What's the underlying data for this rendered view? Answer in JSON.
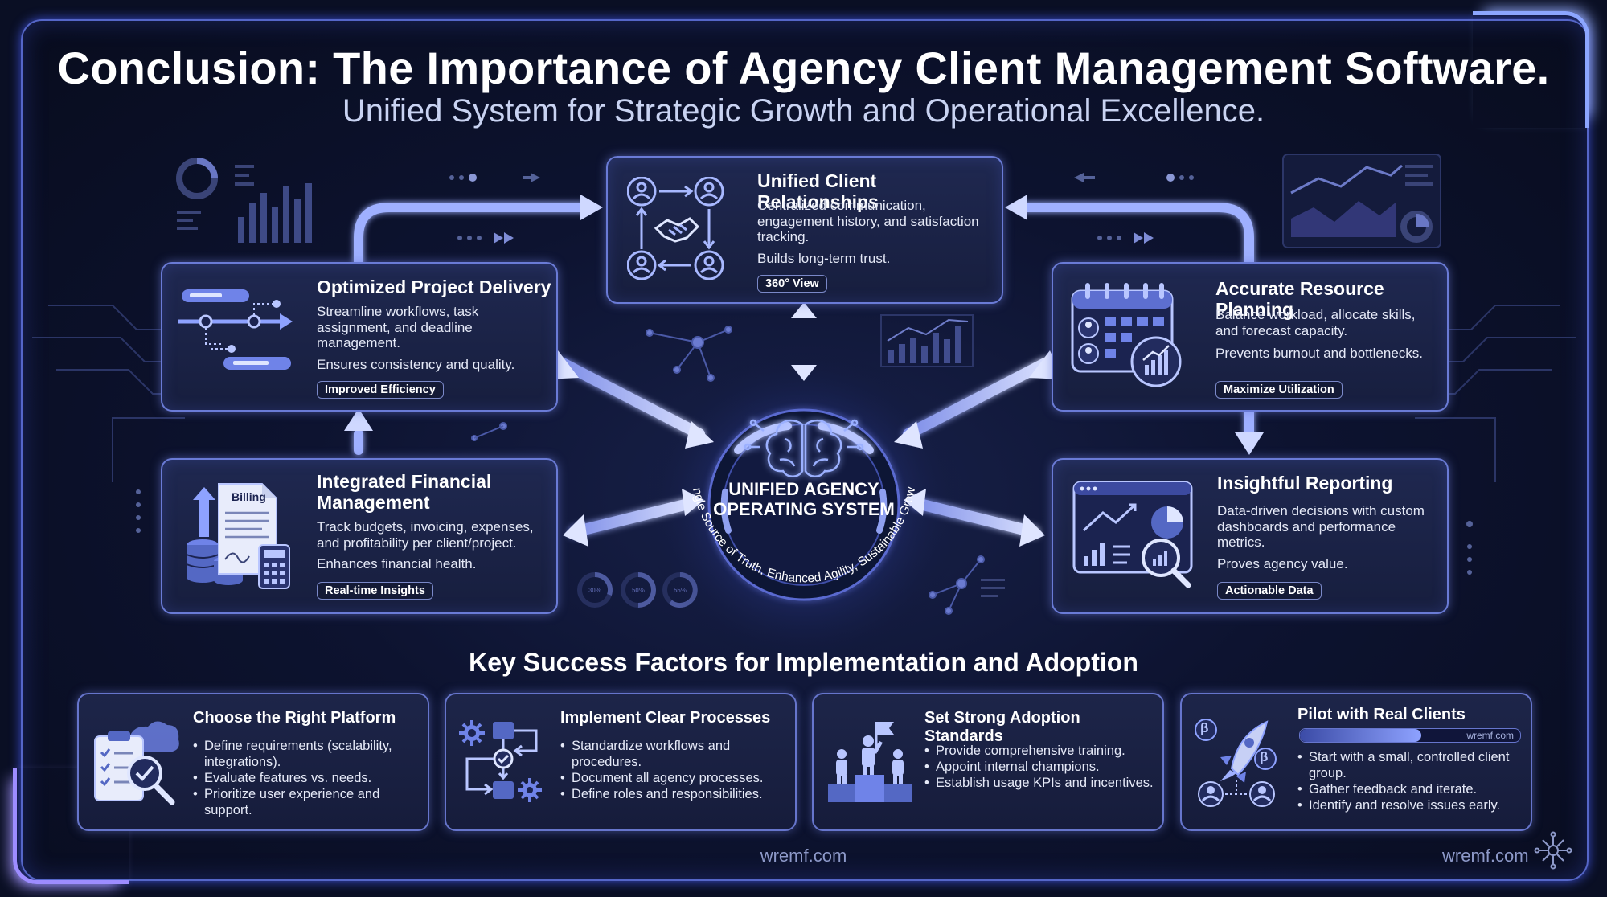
{
  "header": {
    "title": "Conclusion: The Importance of Agency Client Management Software.",
    "subtitle": "Unified System for Strategic Growth and Operational Excellence."
  },
  "hub": {
    "title": "UNIFIED AGENCY OPERATING SYSTEM",
    "ring_text": "Single Source of Truth, Enhanced Agility, Sustainable Growth"
  },
  "cards": {
    "client": {
      "title": "Unified Client Relationships",
      "desc": "Centralized communication, engagement history, and satisfaction tracking.",
      "benefit": "Builds long-term trust.",
      "tag": "360° View"
    },
    "project": {
      "title": "Optimized Project Delivery",
      "desc": "Streamline workflows, task assignment, and deadline management.",
      "benefit": "Ensures consistency and quality.",
      "tag": "Improved Efficiency"
    },
    "resource": {
      "title": "Accurate Resource Planning",
      "desc": "Balance workload, allocate skills, and forecast capacity.",
      "benefit": "Prevents burnout and bottlenecks.",
      "tag": "Maximize Utilization"
    },
    "finance": {
      "title": "Integrated Financial Management",
      "desc": "Track budgets, invoicing, expenses, and profitability per client/project.",
      "benefit": "Enhances financial health.",
      "tag": "Real-time Insights",
      "icon_label": "Billing"
    },
    "reporting": {
      "title": "Insightful Reporting",
      "desc": "Data-driven decisions with custom dashboards and performance metrics.",
      "benefit": "Proves agency value.",
      "tag": "Actionable Data"
    }
  },
  "decor_gauges": [
    "30%",
    "50%",
    "55%"
  ],
  "section_title": "Key Success Factors for Implementation and Adoption",
  "factors": [
    {
      "title": "Choose the Right Platform",
      "bullets": [
        "Define requirements (scalability, integrations).",
        "Evaluate features vs. needs.",
        "Prioritize user experience and support."
      ]
    },
    {
      "title": "Implement Clear Processes",
      "bullets": [
        "Standardize workflows and procedures.",
        "Document all agency processes.",
        "Define roles and responsibilities."
      ]
    },
    {
      "title": "Set Strong Adoption Standards",
      "bullets": [
        "Provide comprehensive training.",
        "Appoint internal champions.",
        "Establish usage KPIs and incentives."
      ]
    },
    {
      "title": "Pilot with Real Clients",
      "progress_label": "wremf.com",
      "progress": 0.55,
      "bullets": [
        "Start with a small, controlled client group.",
        "Gather feedback and iterate.",
        "Identify and resolve issues early."
      ],
      "beta_symbol": "β"
    }
  ],
  "footer": {
    "center_url": "wremf.com",
    "right_url": "wremf.com"
  },
  "colors": {
    "accent": "#8ea2ff",
    "card_border": "#6a7bd6",
    "background": "#0a0f24"
  }
}
